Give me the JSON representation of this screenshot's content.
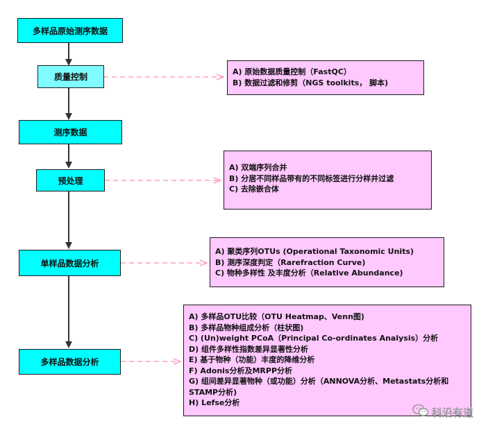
{
  "steps": [
    {
      "id": "raw",
      "label": "多样品原始测序数据"
    },
    {
      "id": "qc",
      "label": "质量控制"
    },
    {
      "id": "seqdata",
      "label": "测序数据"
    },
    {
      "id": "preprocess",
      "label": "预处理"
    },
    {
      "id": "single",
      "label": "单样品数据分析"
    },
    {
      "id": "multi",
      "label": "多样品数据分析"
    }
  ],
  "notes": {
    "qc": [
      "A) 原始数据质量控制（FastQC）",
      "B) 数据过滤和修剪（NGS toolkits， 脚本)"
    ],
    "preprocess": [
      "A) 双端序列合并",
      "B) 分居不同样品带有的不同标签进行分样并过滤",
      "C) 去除嵌合体"
    ],
    "single": [
      "A) 聚类序列OTUs (Operational Taxonomic Units)",
      "B)  测序深度判定（Rarefraction Curve)",
      "C) 物种多样性 及丰度分析（Relative Abundance)"
    ],
    "multi": [
      "A) 多样品OTU比较（OTU Heatmap、Venn图)",
      "B) 多样品物种组成分析（柱状图)",
      "C) (Un)weight PCoA（Principal Co-ordinates Analysis）分析",
      "D) 组件多样性指数差异显著性分析",
      "E) 基于物种（功能）丰度的降维分析",
      "F) Adonis分析及MRPP分析",
      "G) 组间差异显著物种（或功能）分析（ANNOVA分析、Metastats分析和STAMP分析)",
      "H) Lefse分析"
    ]
  },
  "watermark": {
    "icon": "wechat-icon",
    "text": "科沿有道"
  },
  "colors": {
    "step_fill": "#00ffff",
    "qc_fill": "#7ffcff",
    "note_fill": "#ffc8ff",
    "dashed_connector": "#ff9ec4"
  }
}
